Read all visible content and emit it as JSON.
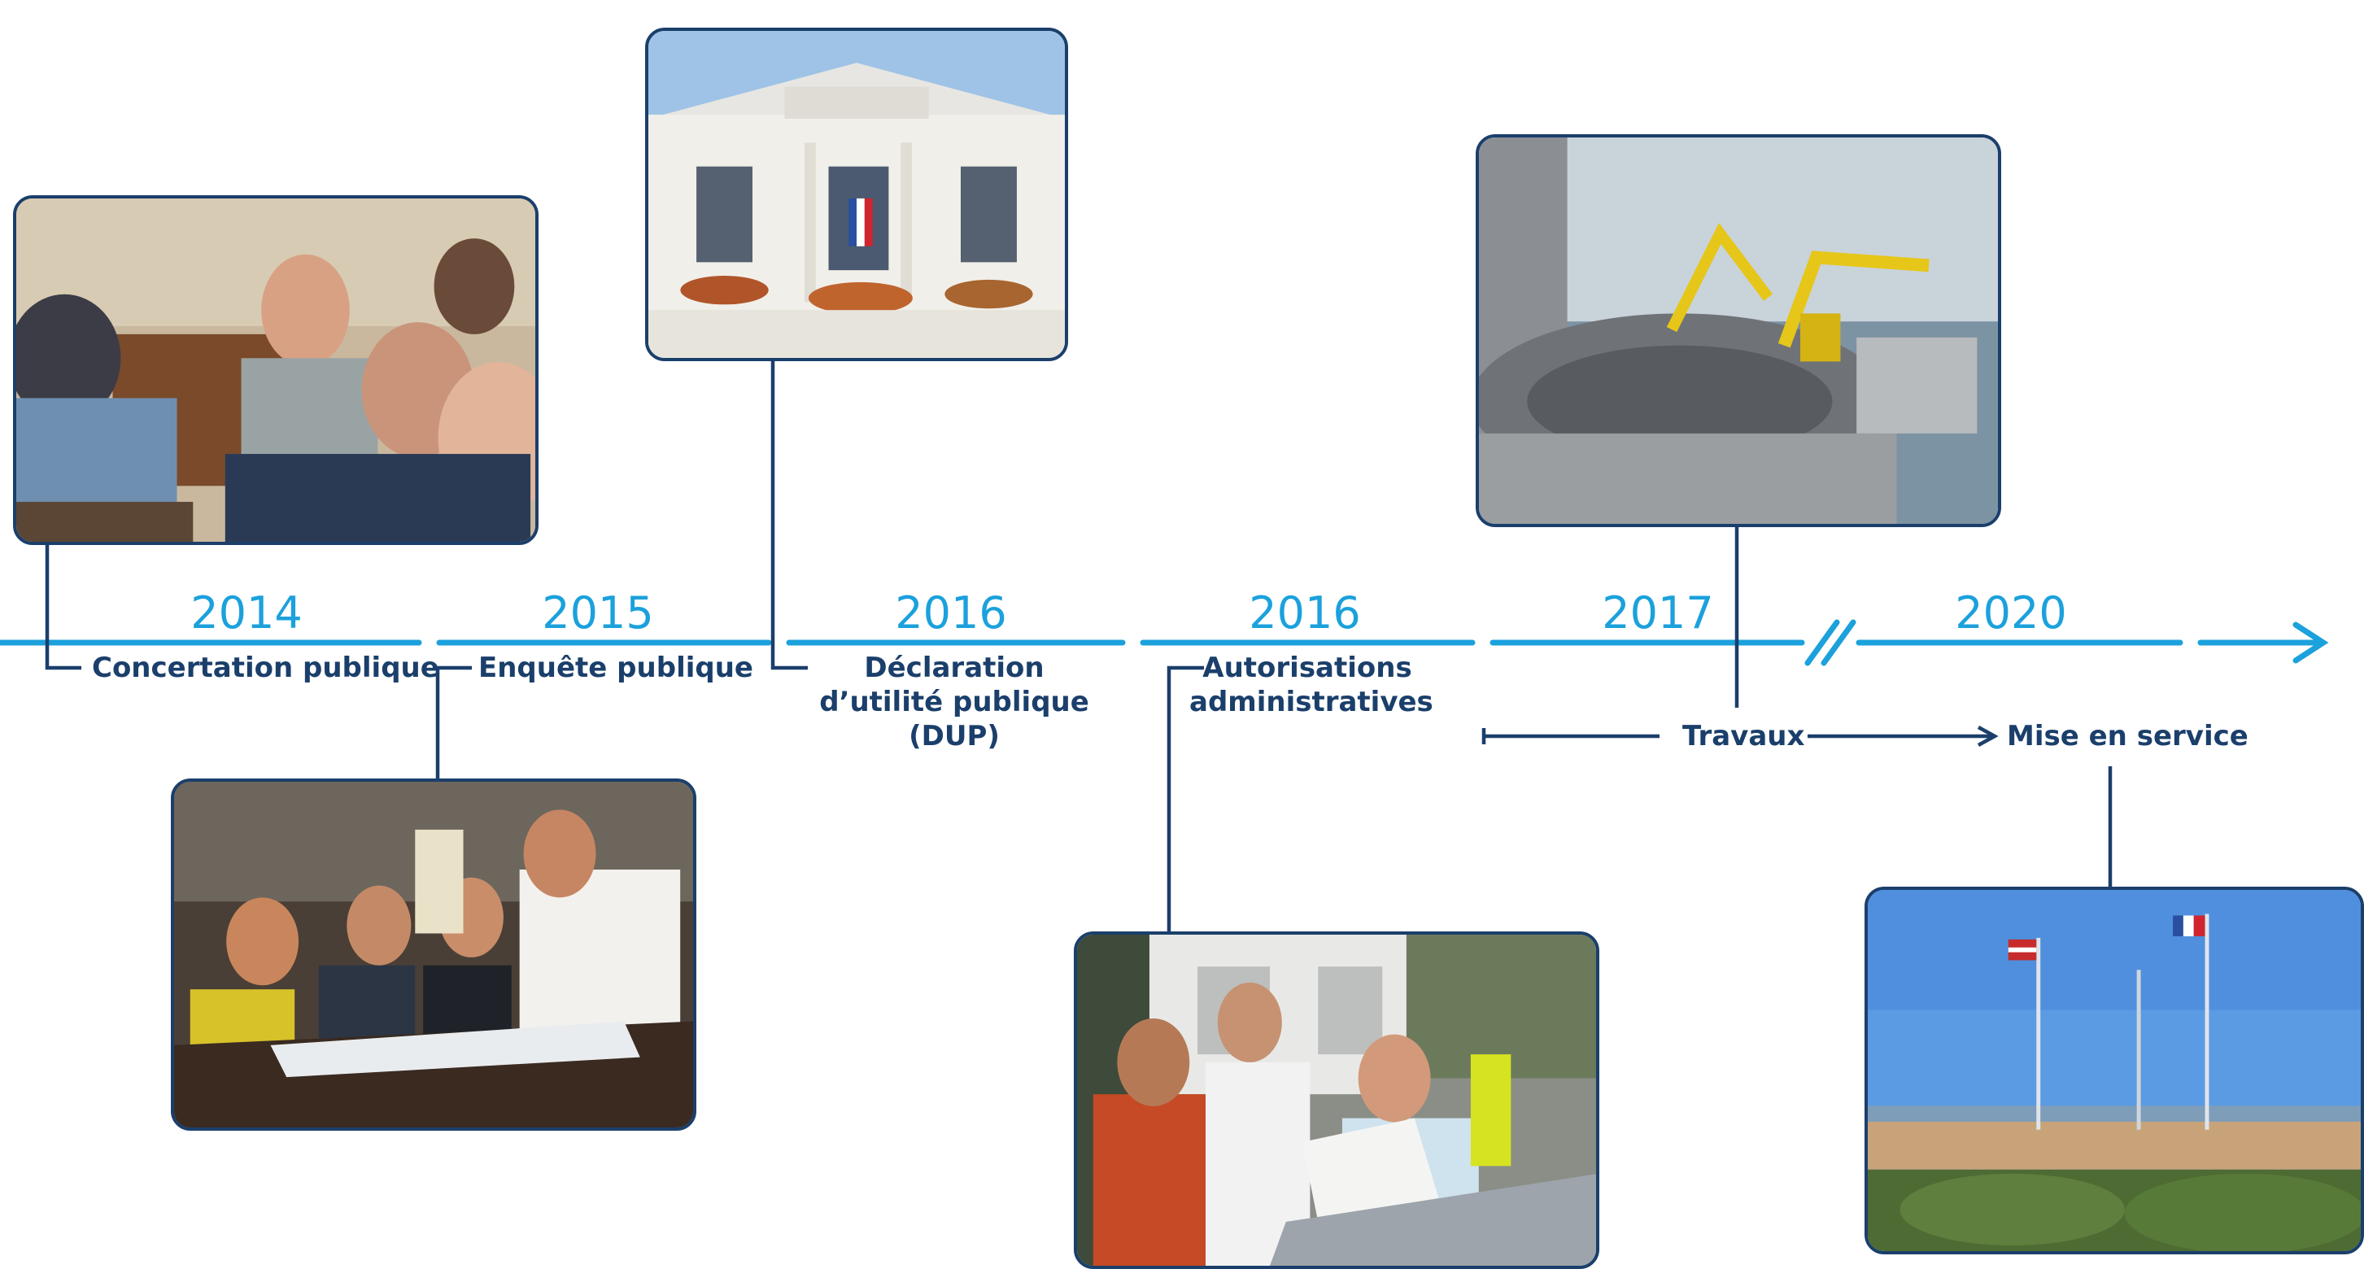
{
  "timeline": {
    "colors": {
      "axis": "#1ba1dc",
      "text": "#1b3f6b",
      "connector": "#1b3f6b"
    },
    "years": [
      {
        "label": "2014"
      },
      {
        "label": "2015"
      },
      {
        "label": "2016"
      },
      {
        "label": "2016"
      },
      {
        "label": "2017"
      },
      {
        "label": "2020"
      }
    ],
    "steps": [
      {
        "label": "Concertation publique"
      },
      {
        "label": "Enquête publique"
      },
      {
        "label": "Déclaration d’utilité publique (DUP)"
      },
      {
        "label": "Autorisations administratives"
      },
      {
        "label": "Travaux"
      },
      {
        "label": "Mise en service"
      }
    ],
    "photos": [
      {
        "subject": "meeting"
      },
      {
        "subject": "town-hall"
      },
      {
        "subject": "cable-ship"
      },
      {
        "subject": "map-review-meeting"
      },
      {
        "subject": "site-visit"
      },
      {
        "subject": "flags-beach"
      }
    ]
  }
}
